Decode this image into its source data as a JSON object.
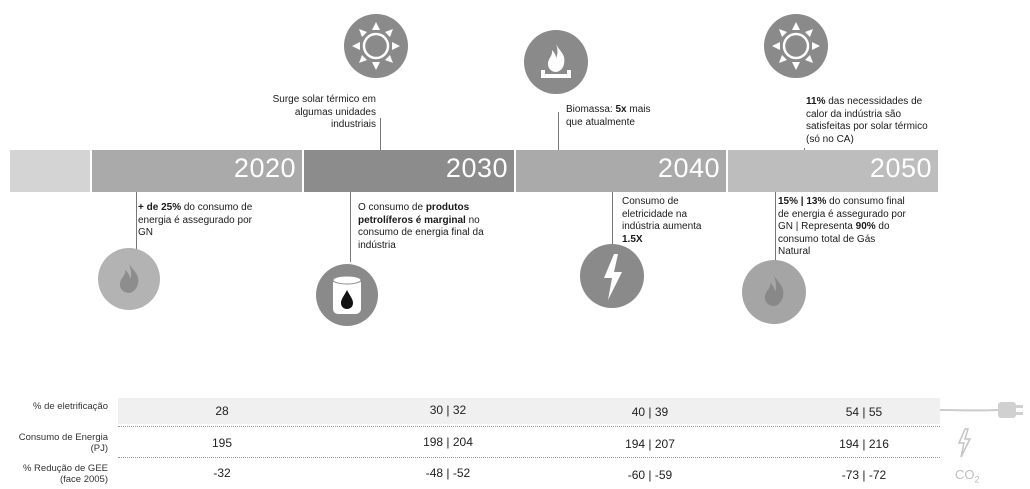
{
  "timeline": {
    "years": [
      "2020",
      "2030",
      "2040",
      "2050"
    ]
  },
  "notes_top": {
    "solar_2030": "Surge solar térmico em algumas unidades industriais",
    "biomass_2040": {
      "pre": "Biomassa: ",
      "bold": "5x",
      "post": " mais que atualmente"
    },
    "solar_2050": {
      "bold": "11%",
      "post": " das necessidades de calor da indústria são satisfeitas por solar térmico (só no CA)"
    }
  },
  "notes_bottom": {
    "gn_2020": {
      "bold": "+ de 25%",
      "post": " do consumo de energia é assegurado por GN"
    },
    "oil_2030": {
      "pre": "O consumo de ",
      "bold": "produtos petrolíferos é marginal",
      "post": " no consumo de energia final da indústria"
    },
    "elec_2040": {
      "pre": "Consumo de eletricidade na indústria aumenta ",
      "bold": "1.5X"
    },
    "gas_2050": {
      "bold1": "15% | 13%",
      "mid": " do consumo final de energia é assegurado por GN | Representa ",
      "bold2": "90%",
      "post": " do consumo total de Gás Natural"
    }
  },
  "icons": [
    "sun-icon",
    "fire-icon",
    "flame-icon",
    "oil-barrel-icon",
    "lightning-icon",
    "sun-icon",
    "flame-icon"
  ],
  "table": {
    "rows": [
      {
        "label": "% de eletrificação",
        "values": [
          "28",
          "30 | 32",
          "40 | 39",
          "54 | 55"
        ]
      },
      {
        "label": "Consumo de Energia (PJ)",
        "values": [
          "195",
          "198 | 204",
          "194 | 207",
          "194 | 216"
        ]
      },
      {
        "label": "% Redução de GEE (face 2005)",
        "values": [
          "-32",
          "-48 | -52",
          "-60 | -59",
          "-73 | -72"
        ]
      }
    ],
    "co2": "CO",
    "co2_sub": "2"
  },
  "colors": {
    "bar_light": "#d4d4d4",
    "bar_mid": "#aaaaaa",
    "bar_dark": "#8c8c8c",
    "icon_grey": "#8a8a8a"
  }
}
